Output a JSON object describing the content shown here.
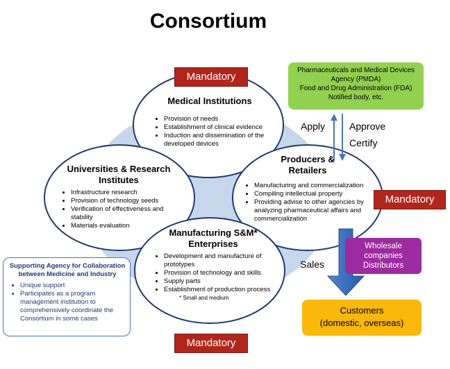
{
  "title": "Consortium",
  "mandatory_label": "Mandatory",
  "medical": {
    "heading": "Medical Institutions",
    "items": [
      "Provision of needs",
      "Establishment of clinical evidence",
      "Induction and dissemination of the developed devices"
    ]
  },
  "universities": {
    "heading": "Universities & Research Institutes",
    "items": [
      "Infrastructure research",
      "Provision of technology seeds",
      "Verification of effectiveness and stability",
      "Materials evaluation"
    ]
  },
  "producers": {
    "heading": "Producers & Retailers",
    "items": [
      "Manufacturing and commercialization",
      "Compiling intellectual property",
      "Providing advise to other agencies by analyzing pharmaceutical affairs and commercialization"
    ]
  },
  "manufacturing": {
    "heading": "Manufacturing S&M* Enterprises",
    "items": [
      "Development and manufacture of prototypes",
      "Provision of technology and skills",
      "Supply parts",
      "Establishment of production process"
    ],
    "footnote": "* Small and medium"
  },
  "pmda": {
    "line1": "Pharmaceuticals and Medical Devices",
    "line2": "Agency (PMDA)",
    "line3": "Food and Drug Administration (FDA)",
    "line4": "Notified body, etc."
  },
  "apply_label": "Apply",
  "approve_label": "Approve",
  "certify_label": "Certify",
  "sales_label": "Sales",
  "wholesale": {
    "line1": "Wholesale",
    "line2": "companies",
    "line3": "Distributors"
  },
  "customers": {
    "line1": "Customers",
    "line2": "(domestic, overseas)"
  },
  "support": {
    "heading": "Supporting Agency for Collaboration between Medicine and Industry",
    "items": [
      "Unique support",
      "Participates as a program management institution to comprehensively coordinate the Consortium in some cases"
    ]
  }
}
